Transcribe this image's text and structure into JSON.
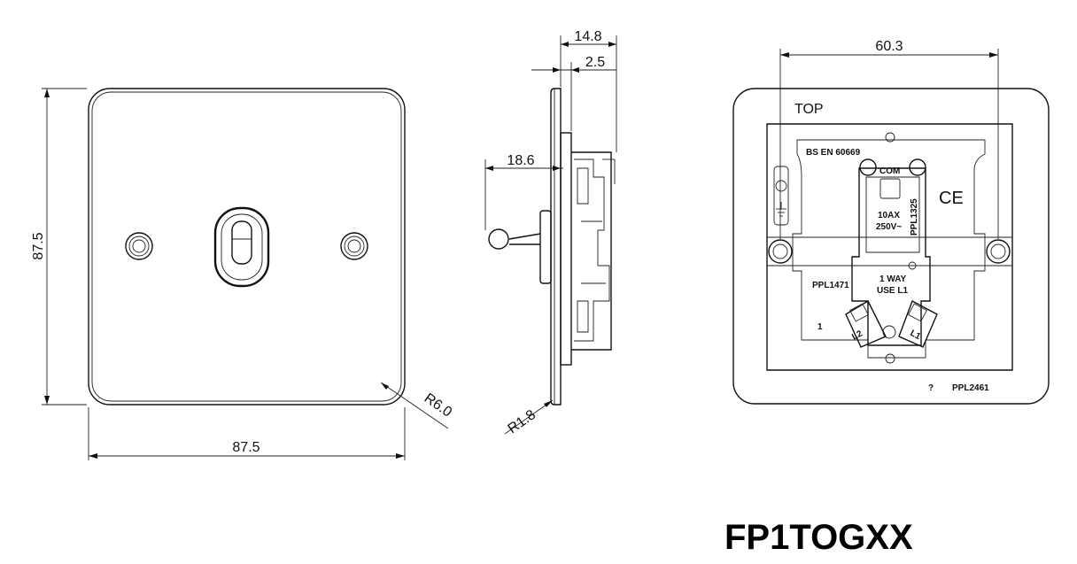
{
  "model_code": "FP1TOGXX",
  "front_view": {
    "width_dim": "87.5",
    "height_dim": "87.5",
    "corner_radius": "R6.0"
  },
  "side_view": {
    "overall_depth": "14.8",
    "plate_depth": "2.5",
    "toggle_projection": "18.6",
    "edge_radius": "R1.8"
  },
  "rear_view": {
    "fixing_centres": "60.3",
    "top_label": "TOP",
    "standard": "BS EN 60669",
    "com_label": "COM",
    "rating_current": "10AX",
    "rating_voltage": "250V~",
    "part_vertical": "PPL1325",
    "part_left": "PPL1471",
    "way_label": "1 WAY",
    "use_label": "USE L1",
    "terminal_l2": "L2",
    "terminal_l1": "L1",
    "ce_mark": "CE",
    "position_mark": "1",
    "part_bottom": "PPL2461",
    "small_mark": "?"
  }
}
